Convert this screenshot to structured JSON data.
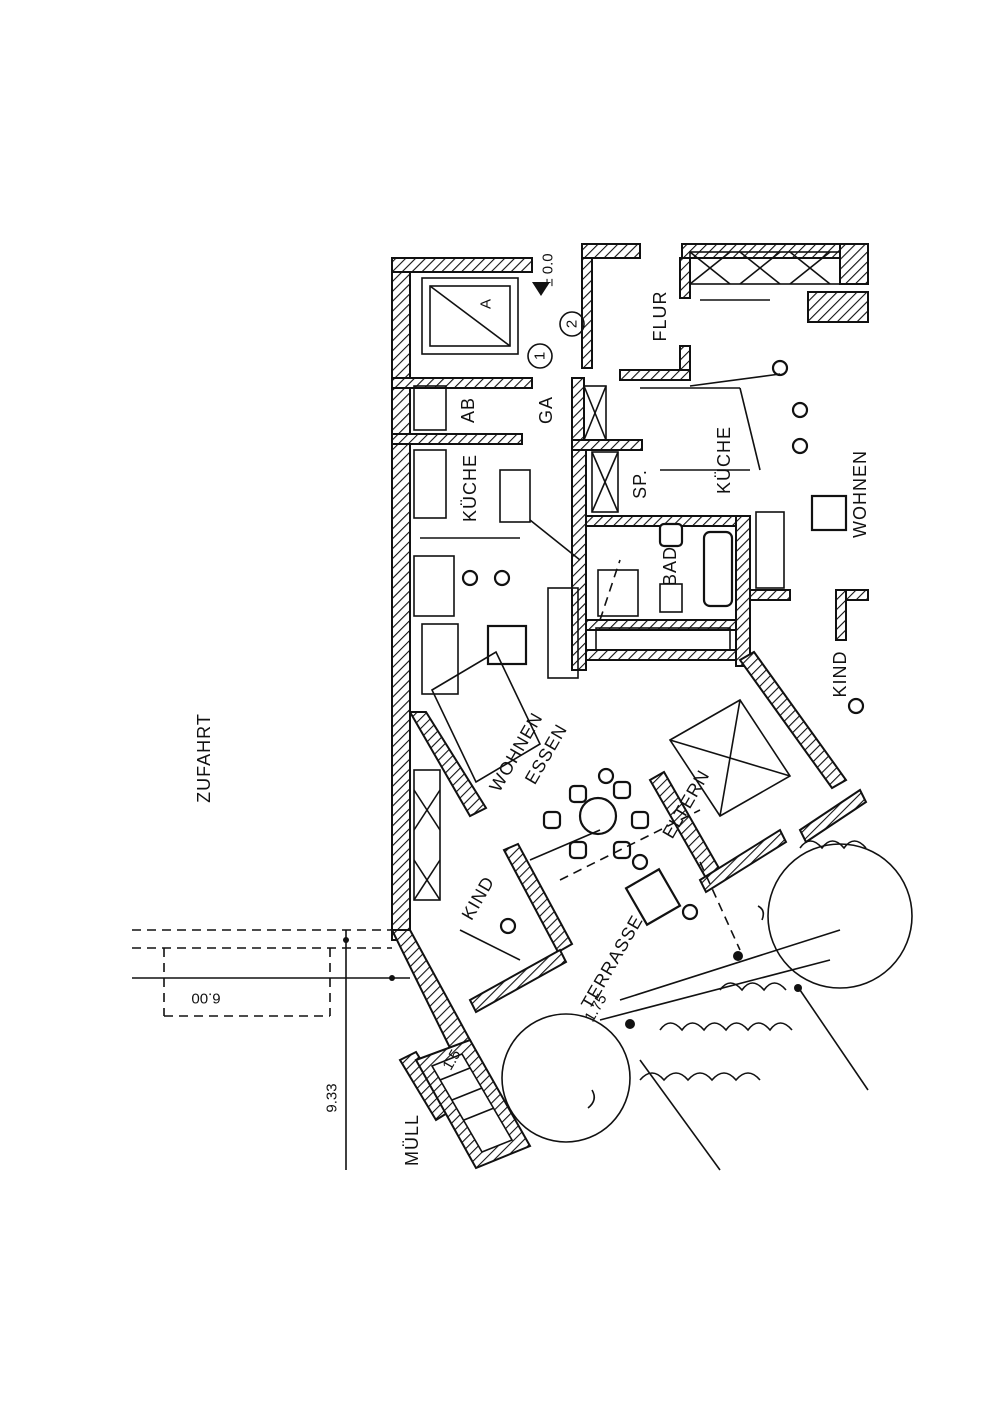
{
  "site": {
    "access_road": "ZUFAHRT"
  },
  "dimensions": {
    "width_1": "6.00",
    "width_2": "9.33",
    "terrace_1": "1.75",
    "terrace_2": "1.5"
  },
  "level_marker": "± 0.0",
  "unit_markers": [
    "1",
    "2",
    "A"
  ],
  "rooms": {
    "flur": "FLUR",
    "ab": "AB",
    "ga": "GA",
    "kueche_left": "KÜCHE",
    "kueche_right": "KÜCHE",
    "sp": "SP.",
    "bad": "BAD",
    "wohnen_right": "WOHNEN",
    "wohnen": "WOHNEN",
    "essen": "ESSEN",
    "kind_top": "KIND",
    "kind_bottom": "KIND",
    "eltern": "ELTERN",
    "terrasse": "TERRASSE",
    "muell": "MÜLL"
  },
  "colors": {
    "ink": "#111111",
    "paper": "#ffffff"
  }
}
